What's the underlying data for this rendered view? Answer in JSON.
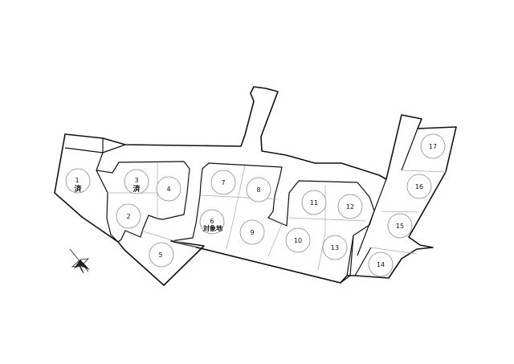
{
  "lots": [
    {
      "number": "1",
      "status": "済"
    },
    {
      "number": "2",
      "status": ""
    },
    {
      "number": "3",
      "status": "済"
    },
    {
      "number": "4",
      "status": ""
    },
    {
      "number": "5",
      "status": ""
    },
    {
      "number": "6",
      "status": "対象地"
    },
    {
      "number": "7",
      "status": ""
    },
    {
      "number": "8",
      "status": ""
    },
    {
      "number": "9",
      "status": ""
    },
    {
      "number": "10",
      "status": ""
    },
    {
      "number": "11",
      "status": ""
    },
    {
      "number": "12",
      "status": ""
    },
    {
      "number": "13",
      "status": ""
    },
    {
      "number": "14",
      "status": ""
    },
    {
      "number": "15",
      "status": ""
    },
    {
      "number": "16",
      "status": ""
    },
    {
      "number": "17",
      "status": ""
    }
  ],
  "icons": {
    "compass": "north-arrow-compass-icon"
  }
}
